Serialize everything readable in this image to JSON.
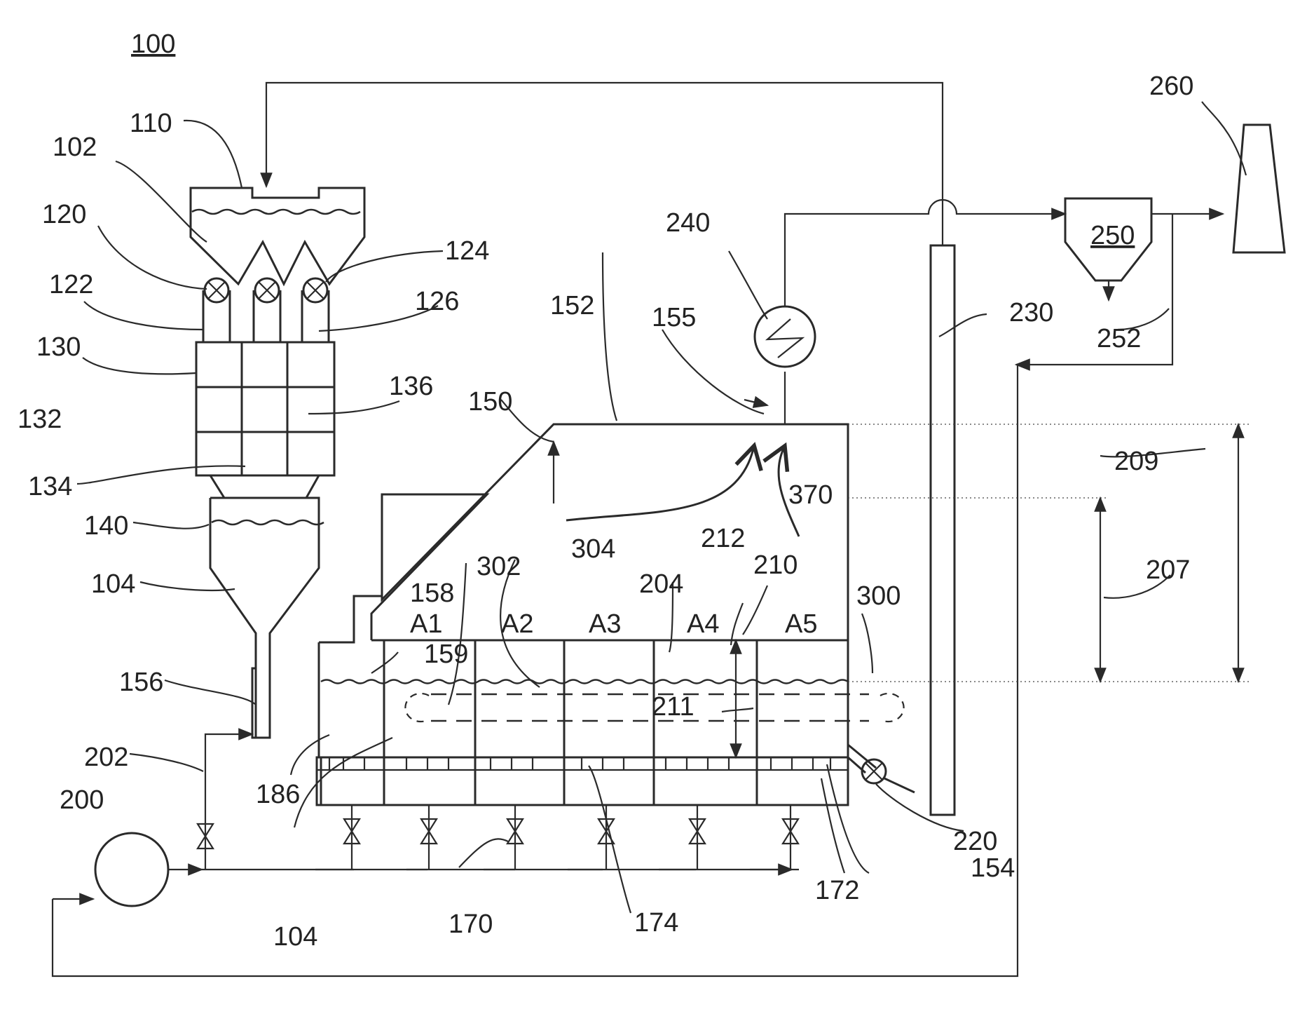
{
  "figure": {
    "ref_number": "100",
    "labels": {
      "n110": "110",
      "n102": "102",
      "n120": "120",
      "n124": "124",
      "n122": "122",
      "n126": "126",
      "n130": "130",
      "n132": "132",
      "n136": "136",
      "n134": "134",
      "n140": "140",
      "n104a": "104",
      "n104b": "104",
      "n156": "156",
      "n202": "202",
      "n200": "200",
      "n186": "186",
      "n170": "170",
      "n174": "174",
      "n172": "172",
      "n154": "154",
      "n220": "220",
      "n150": "150",
      "n152": "152",
      "n155": "155",
      "n240": "240",
      "n370": "370",
      "n158": "158",
      "n159": "159",
      "n302": "302",
      "n304": "304",
      "n204": "204",
      "n212": "212",
      "n210": "210",
      "n211": "211",
      "n300": "300",
      "n230": "230",
      "n250": "250",
      "n252": "252",
      "n260": "260",
      "n209": "209",
      "n207": "207"
    },
    "zones": [
      "A1",
      "A2",
      "A3",
      "A4",
      "A5"
    ]
  }
}
